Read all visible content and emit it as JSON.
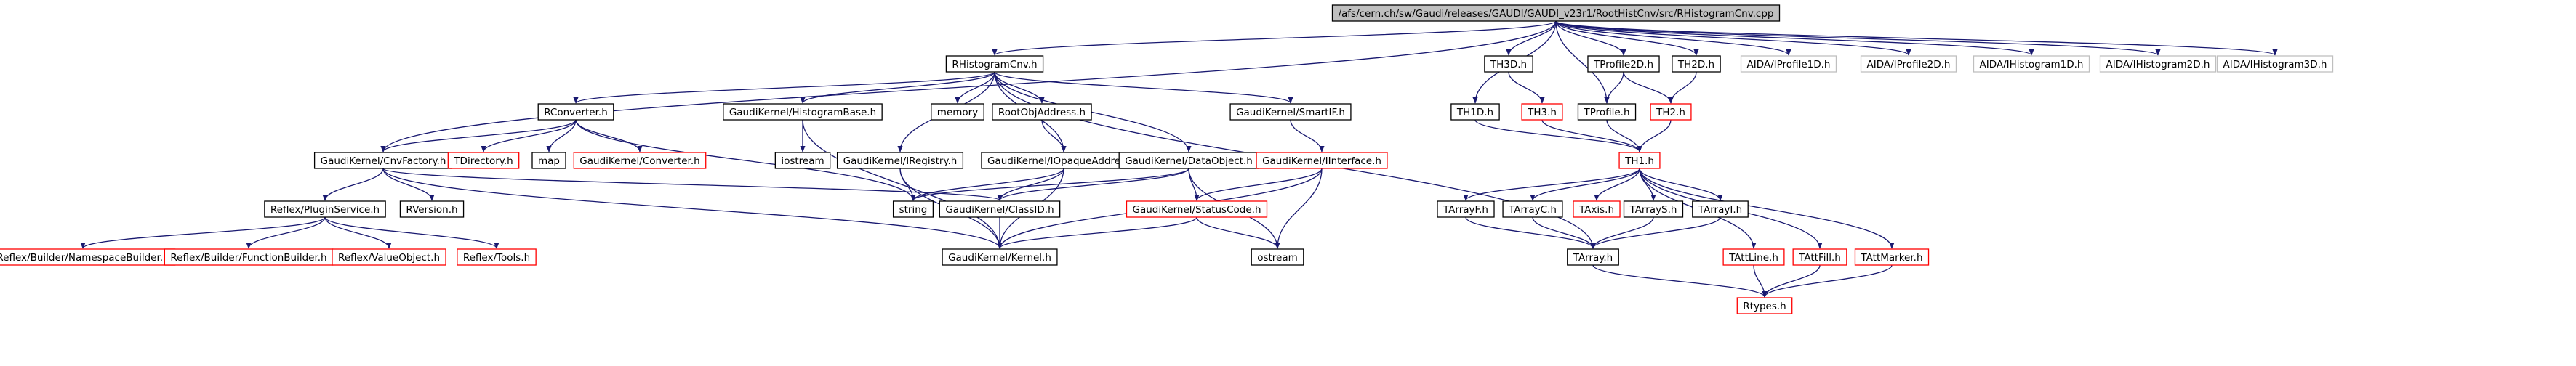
{
  "colors": {
    "edge": "#191970",
    "box_border_black": "#000000",
    "box_border_red": "#ff0000",
    "box_border_gray": "#bfbfbf",
    "root_fill": "#bfbfbf",
    "label": "#000000"
  },
  "nodes": [
    {
      "id": "root",
      "label": "/afs/cern.ch/sw/Gaudi/releases/GAUDI/GAUDI_v23r1/RootHistCnv/src/RHistogramCnv.cpp",
      "border": "black",
      "fill": "root"
    },
    {
      "id": "rhcnv_h",
      "label": "RHistogramCnv.h",
      "border": "black"
    },
    {
      "id": "th3d",
      "label": "TH3D.h",
      "border": "black"
    },
    {
      "id": "tprof2d",
      "label": "TProfile2D.h",
      "border": "black"
    },
    {
      "id": "th2d",
      "label": "TH2D.h",
      "border": "black"
    },
    {
      "id": "aida_p1",
      "label": "AIDA/IProfile1D.h",
      "border": "gray"
    },
    {
      "id": "aida_p2",
      "label": "AIDA/IProfile2D.h",
      "border": "gray"
    },
    {
      "id": "aida_h1",
      "label": "AIDA/IHistogram1D.h",
      "border": "gray"
    },
    {
      "id": "aida_h2",
      "label": "AIDA/IHistogram2D.h",
      "border": "gray"
    },
    {
      "id": "aida_h3",
      "label": "AIDA/IHistogram3D.h",
      "border": "gray"
    },
    {
      "id": "rconv",
      "label": "RConverter.h",
      "border": "black"
    },
    {
      "id": "histbase",
      "label": "GaudiKernel/HistogramBase.h",
      "border": "black"
    },
    {
      "id": "memory",
      "label": "memory",
      "border": "black"
    },
    {
      "id": "rootobj",
      "label": "RootObjAddress.h",
      "border": "black"
    },
    {
      "id": "smartif",
      "label": "GaudiKernel/SmartIF.h",
      "border": "black"
    },
    {
      "id": "th1d",
      "label": "TH1D.h",
      "border": "black"
    },
    {
      "id": "th3",
      "label": "TH3.h",
      "border": "red"
    },
    {
      "id": "tprof",
      "label": "TProfile.h",
      "border": "black"
    },
    {
      "id": "th2",
      "label": "TH2.h",
      "border": "red"
    },
    {
      "id": "cnvfact",
      "label": "GaudiKernel/CnvFactory.h",
      "border": "black"
    },
    {
      "id": "tdir",
      "label": "TDirectory.h",
      "border": "red"
    },
    {
      "id": "map",
      "label": "map",
      "border": "black"
    },
    {
      "id": "gkconv",
      "label": "GaudiKernel/Converter.h",
      "border": "red"
    },
    {
      "id": "iostream",
      "label": "iostream",
      "border": "black"
    },
    {
      "id": "iregistry",
      "label": "GaudiKernel/IRegistry.h",
      "border": "black"
    },
    {
      "id": "iopaque",
      "label": "GaudiKernel/IOpaqueAddress.h",
      "border": "black"
    },
    {
      "id": "dataobj",
      "label": "GaudiKernel/DataObject.h",
      "border": "black"
    },
    {
      "id": "iiface",
      "label": "GaudiKernel/IInterface.h",
      "border": "red"
    },
    {
      "id": "th1",
      "label": "TH1.h",
      "border": "red"
    },
    {
      "id": "pluginsvc",
      "label": "Reflex/PluginService.h",
      "border": "black"
    },
    {
      "id": "rversion",
      "label": "RVersion.h",
      "border": "black"
    },
    {
      "id": "string",
      "label": "string",
      "border": "black"
    },
    {
      "id": "classid",
      "label": "GaudiKernel/ClassID.h",
      "border": "black"
    },
    {
      "id": "statuscode",
      "label": "GaudiKernel/StatusCode.h",
      "border": "red"
    },
    {
      "id": "tarrayf",
      "label": "TArrayF.h",
      "border": "black"
    },
    {
      "id": "tarrayc",
      "label": "TArrayC.h",
      "border": "black"
    },
    {
      "id": "taxis",
      "label": "TAxis.h",
      "border": "red"
    },
    {
      "id": "tarrays",
      "label": "TArrayS.h",
      "border": "black"
    },
    {
      "id": "tarrayi",
      "label": "TArrayI.h",
      "border": "black"
    },
    {
      "id": "nsbuilder",
      "label": "Reflex/Builder/NamespaceBuilder.h",
      "border": "red"
    },
    {
      "id": "fnbuilder",
      "label": "Reflex/Builder/FunctionBuilder.h",
      "border": "red"
    },
    {
      "id": "valobj",
      "label": "Reflex/ValueObject.h",
      "border": "red"
    },
    {
      "id": "tools",
      "label": "Reflex/Tools.h",
      "border": "red"
    },
    {
      "id": "gkkernel",
      "label": "GaudiKernel/Kernel.h",
      "border": "black"
    },
    {
      "id": "ostream",
      "label": "ostream",
      "border": "black"
    },
    {
      "id": "tarray",
      "label": "TArray.h",
      "border": "black"
    },
    {
      "id": "tattline",
      "label": "TAttLine.h",
      "border": "red"
    },
    {
      "id": "tattfill",
      "label": "TAttFill.h",
      "border": "red"
    },
    {
      "id": "tattmarker",
      "label": "TAttMarker.h",
      "border": "red"
    },
    {
      "id": "rtypes",
      "label": "Rtypes.h",
      "border": "red"
    }
  ],
  "edges": [
    [
      "root",
      "rhcnv_h"
    ],
    [
      "root",
      "th3d"
    ],
    [
      "root",
      "tprof2d"
    ],
    [
      "root",
      "th2d"
    ],
    [
      "root",
      "aida_p1"
    ],
    [
      "root",
      "aida_p2"
    ],
    [
      "root",
      "aida_h1"
    ],
    [
      "root",
      "aida_h2"
    ],
    [
      "root",
      "aida_h3"
    ],
    [
      "root",
      "th1d"
    ],
    [
      "root",
      "tprof"
    ],
    [
      "root",
      "cnvfact"
    ],
    [
      "rhcnv_h",
      "rconv"
    ],
    [
      "rhcnv_h",
      "histbase"
    ],
    [
      "rhcnv_h",
      "memory"
    ],
    [
      "rhcnv_h",
      "rootobj"
    ],
    [
      "rhcnv_h",
      "smartif"
    ],
    [
      "rhcnv_h",
      "iregistry"
    ],
    [
      "rhcnv_h",
      "iopaque"
    ],
    [
      "rhcnv_h",
      "dataobj"
    ],
    [
      "rhcnv_h",
      "tarray"
    ],
    [
      "th3d",
      "th3"
    ],
    [
      "tprof2d",
      "tprof"
    ],
    [
      "tprof2d",
      "th2"
    ],
    [
      "th2d",
      "th2"
    ],
    [
      "th1d",
      "th1"
    ],
    [
      "th3",
      "th1"
    ],
    [
      "tprof",
      "th1"
    ],
    [
      "th2",
      "th1"
    ],
    [
      "rconv",
      "cnvfact"
    ],
    [
      "rconv",
      "tdir"
    ],
    [
      "rconv",
      "map"
    ],
    [
      "rconv",
      "gkconv"
    ],
    [
      "rconv",
      "string"
    ],
    [
      "histbase",
      "iostream"
    ],
    [
      "histbase",
      "gkkernel"
    ],
    [
      "rootobj",
      "iopaque"
    ],
    [
      "smartif",
      "iiface"
    ],
    [
      "cnvfact",
      "pluginsvc"
    ],
    [
      "cnvfact",
      "rversion"
    ],
    [
      "cnvfact",
      "classid"
    ],
    [
      "cnvfact",
      "gkkernel"
    ],
    [
      "iregistry",
      "string"
    ],
    [
      "iregistry",
      "gkkernel"
    ],
    [
      "iopaque",
      "string"
    ],
    [
      "iopaque",
      "classid"
    ],
    [
      "iopaque",
      "gkkernel"
    ],
    [
      "dataobj",
      "classid"
    ],
    [
      "dataobj",
      "string"
    ],
    [
      "dataobj",
      "statuscode"
    ],
    [
      "dataobj",
      "ostream"
    ],
    [
      "iiface",
      "statuscode"
    ],
    [
      "iiface",
      "ostream"
    ],
    [
      "iiface",
      "gkkernel"
    ],
    [
      "pluginsvc",
      "nsbuilder"
    ],
    [
      "pluginsvc",
      "fnbuilder"
    ],
    [
      "pluginsvc",
      "valobj"
    ],
    [
      "pluginsvc",
      "tools"
    ],
    [
      "classid",
      "gkkernel"
    ],
    [
      "statuscode",
      "gkkernel"
    ],
    [
      "statuscode",
      "ostream"
    ],
    [
      "th1",
      "tarrayf"
    ],
    [
      "th1",
      "tarrayc"
    ],
    [
      "th1",
      "taxis"
    ],
    [
      "th1",
      "tarrays"
    ],
    [
      "th1",
      "tarrayi"
    ],
    [
      "th1",
      "tattline"
    ],
    [
      "th1",
      "tattfill"
    ],
    [
      "th1",
      "tattmarker"
    ],
    [
      "tarrayf",
      "tarray"
    ],
    [
      "tarrayc",
      "tarray"
    ],
    [
      "tarrays",
      "tarray"
    ],
    [
      "tarrayi",
      "tarray"
    ],
    [
      "tarray",
      "rtypes"
    ],
    [
      "tattline",
      "rtypes"
    ],
    [
      "tattfill",
      "rtypes"
    ],
    [
      "tattmarker",
      "rtypes"
    ]
  ]
}
